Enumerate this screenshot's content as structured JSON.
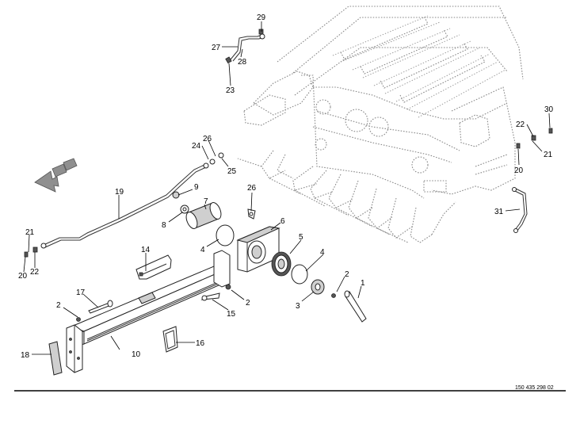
{
  "drawing": {
    "reference_number": "150 435 298 02",
    "item_numbers": [
      "1",
      "2",
      "3",
      "4",
      "5",
      "6",
      "7",
      "8",
      "9",
      "10",
      "14",
      "15",
      "16",
      "17",
      "18",
      "19",
      "20",
      "21",
      "22",
      "23",
      "24",
      "25",
      "26",
      "27",
      "28",
      "29",
      "30",
      "31"
    ]
  }
}
